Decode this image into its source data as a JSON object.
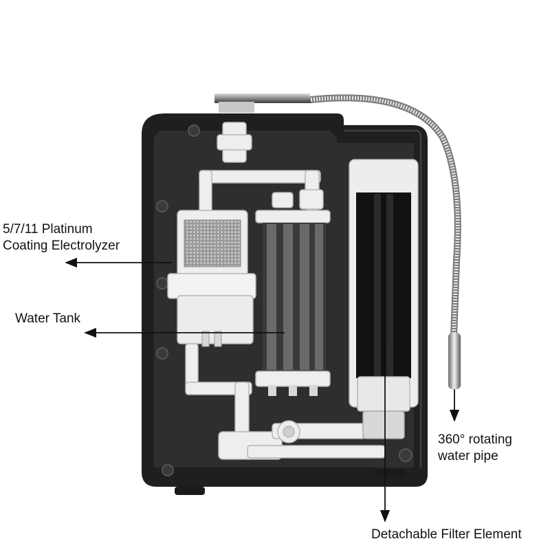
{
  "labels": {
    "electrolyzer": {
      "line1": "5/7/11 Platinum",
      "line2": "Coating Electrolyzer"
    },
    "water_tank": "Water Tank",
    "rotating_pipe": {
      "line1": "360° rotating",
      "line2": "water pipe"
    },
    "filter": "Detachable Filter Element"
  },
  "colors": {
    "housing": "#1f1f1f",
    "housing_inner": "#2e2e2e",
    "plastic": "#eeeeee",
    "chrome": "#b8b8b8",
    "arrow": "#111111"
  }
}
